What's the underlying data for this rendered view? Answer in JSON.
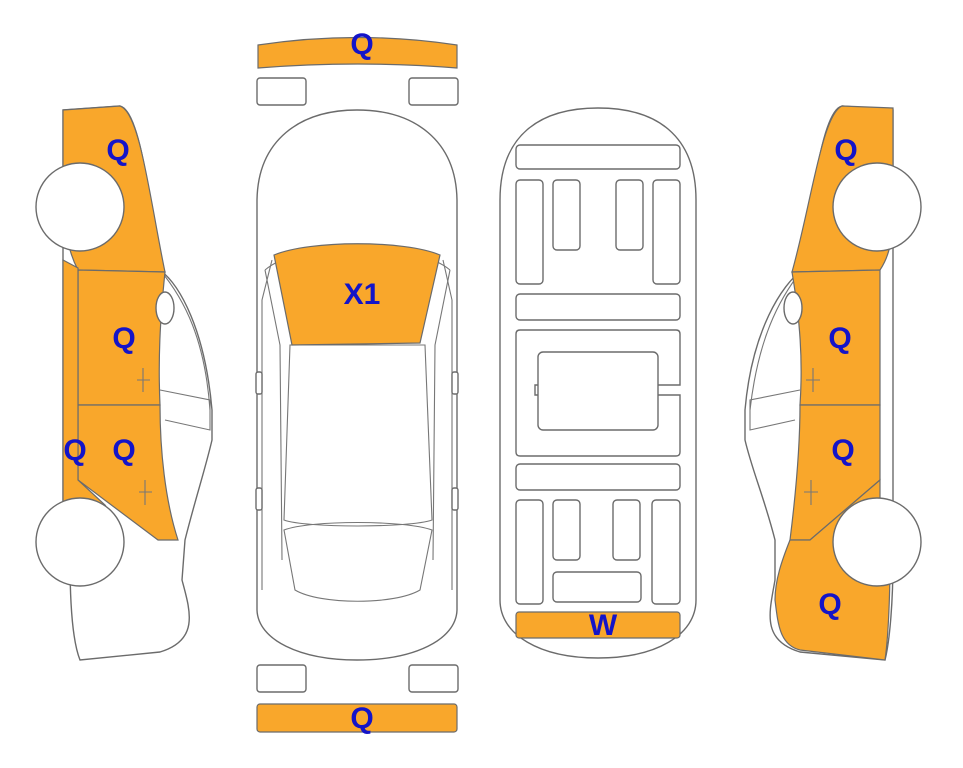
{
  "colors": {
    "damage_fill": "#F9A72B",
    "label": "#1414C8",
    "outline": "#6b6b6b"
  },
  "labels": {
    "front_bumper": "Q",
    "rear_bumper": "Q",
    "windshield": "X1",
    "underbody_rear": "W",
    "left_front_fender": "Q",
    "left_front_door": "Q",
    "left_rear_door": "Q",
    "left_rocker": "Q",
    "right_front_fender": "Q",
    "right_front_door": "Q",
    "right_rear_door": "Q",
    "right_rear_quarter": "Q"
  }
}
